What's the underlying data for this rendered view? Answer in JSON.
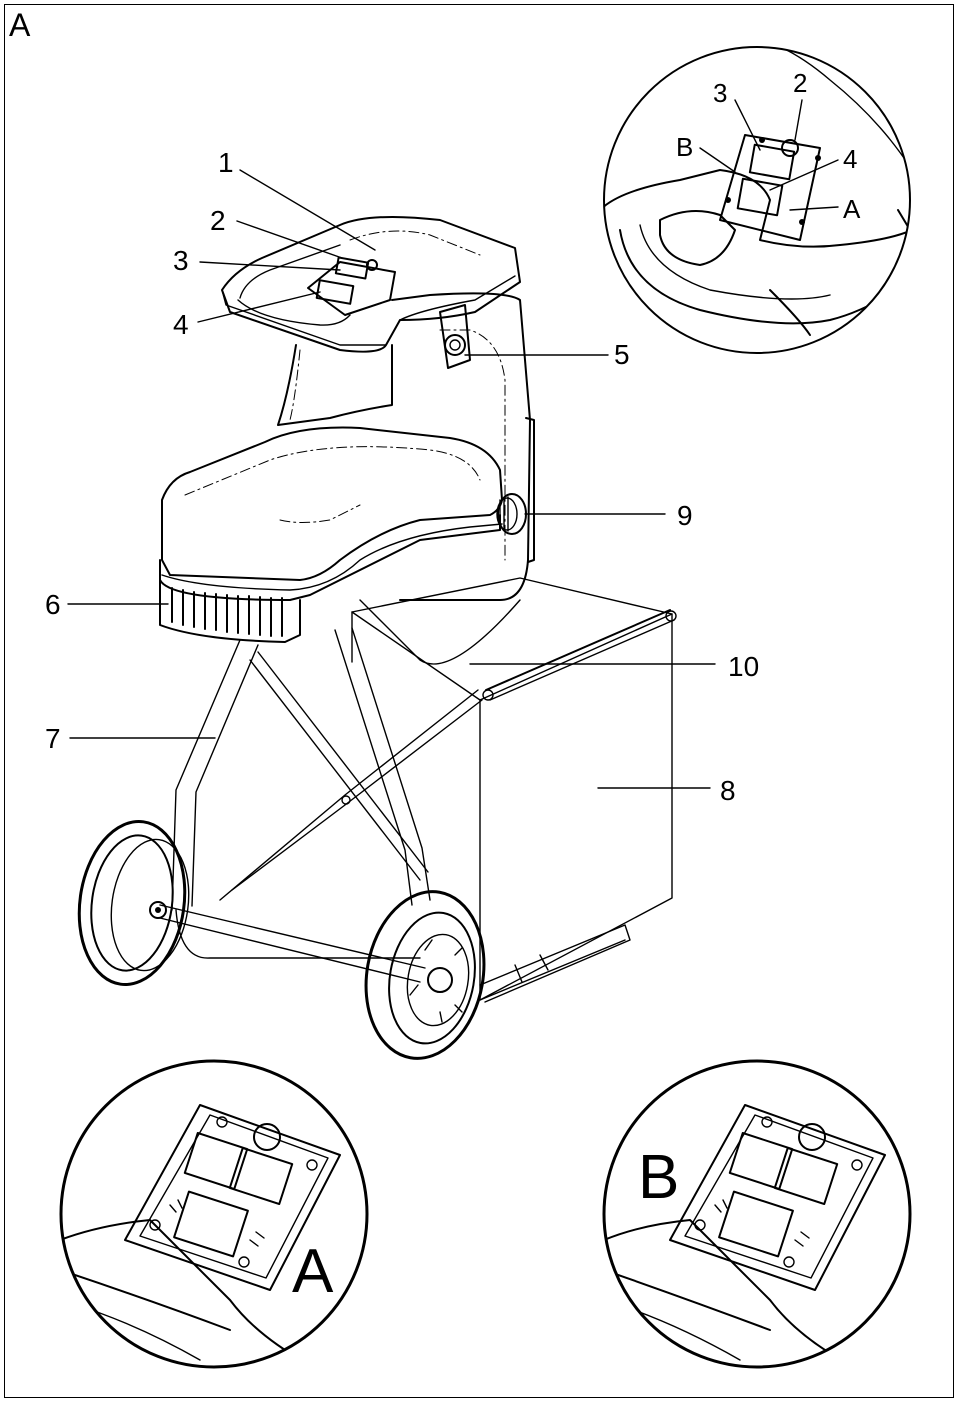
{
  "figure": {
    "corner_label": "A",
    "callouts": {
      "c1": "1",
      "c2": "2",
      "c3": "3",
      "c4": "4",
      "c5": "5",
      "c6": "6",
      "c7": "7",
      "c8": "8",
      "c9": "9",
      "c10": "10"
    },
    "detail_top": {
      "c2": "2",
      "c3": "3",
      "c4": "4",
      "cA": "A",
      "cB": "B"
    },
    "detail_A": {
      "label": "A"
    },
    "detail_B": {
      "label": "B"
    }
  }
}
